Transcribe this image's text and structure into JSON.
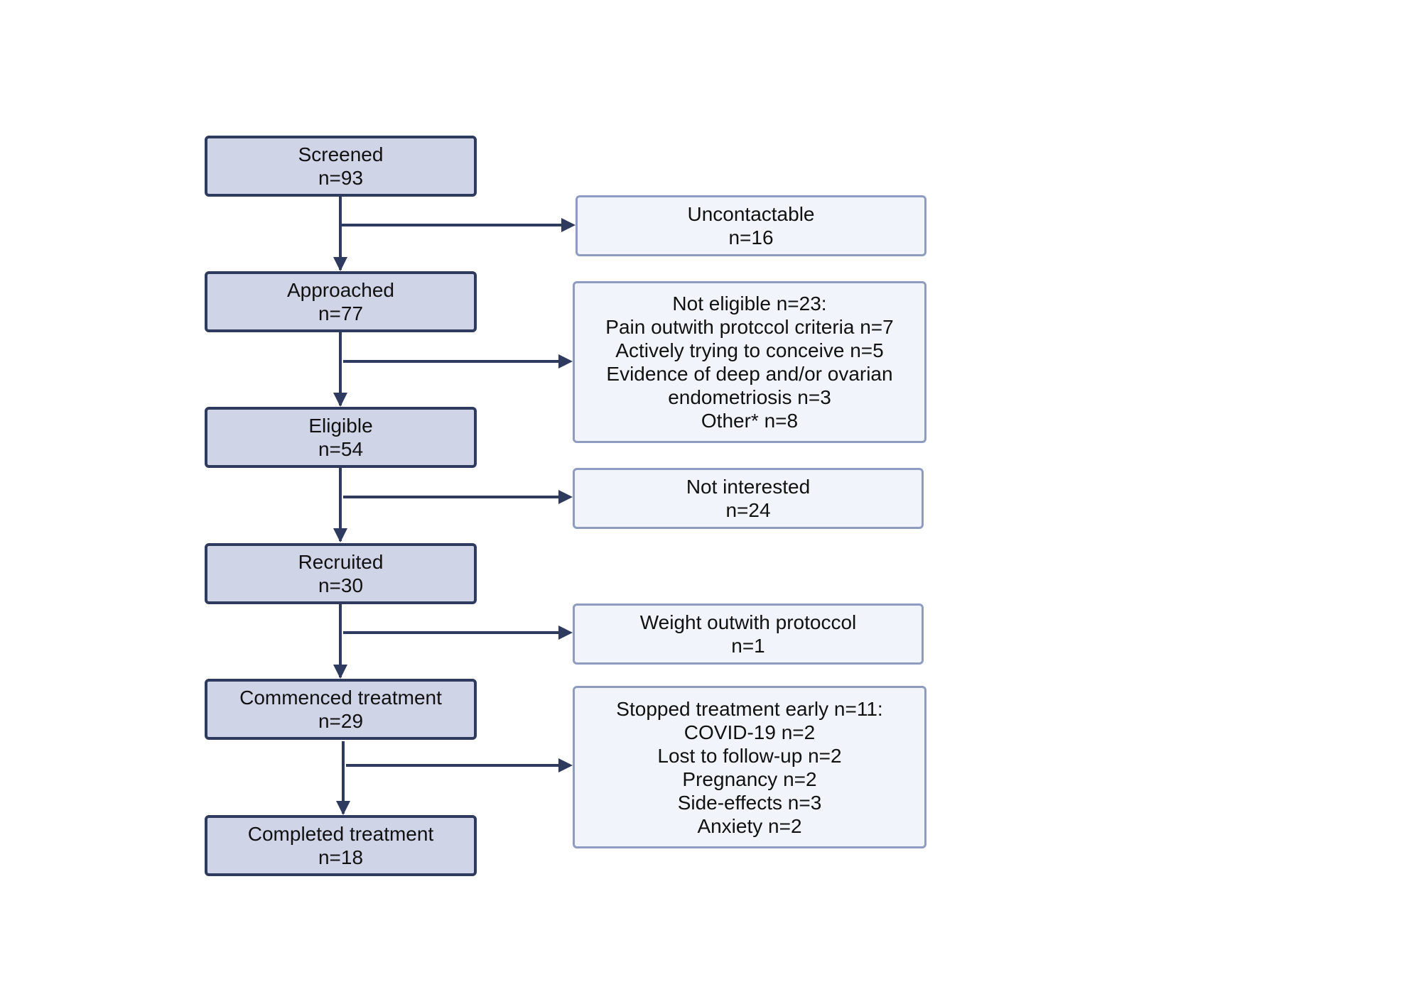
{
  "colors": {
    "main_fill": "#d0d4e7",
    "main_border": "#2f3a5f",
    "side_fill": "#f1f4fa",
    "side_border": "#8d9cc0",
    "arrow": "#2f3a5f"
  },
  "flow": {
    "screened": [
      "Screened",
      "n=93"
    ],
    "approached": [
      "Approached",
      "n=77"
    ],
    "eligible": [
      "Eligible",
      "n=54"
    ],
    "recruited": [
      "Recruited",
      "n=30"
    ],
    "commenced": [
      "Commenced treatment",
      "n=29"
    ],
    "completed": [
      "Completed treatment",
      "n=18"
    ]
  },
  "exclusions": {
    "uncontactable": [
      "Uncontactable",
      "n=16"
    ],
    "not_eligible": [
      "Not eligible n=23:",
      "Pain outwith protccol criteria n=7",
      "Actively trying to conceive n=5",
      "Evidence of deep and/or ovarian",
      "endometriosis n=3",
      "Other* n=8"
    ],
    "not_interested": [
      "Not interested",
      "n=24"
    ],
    "weight": [
      "Weight outwith protoccol",
      "n=1"
    ],
    "stopped": [
      "Stopped treatment early n=11:",
      "COVID-19 n=2",
      "Lost to follow-up n=2",
      "Pregnancy n=2",
      "Side-effects n=3",
      "Anxiety n=2"
    ]
  }
}
